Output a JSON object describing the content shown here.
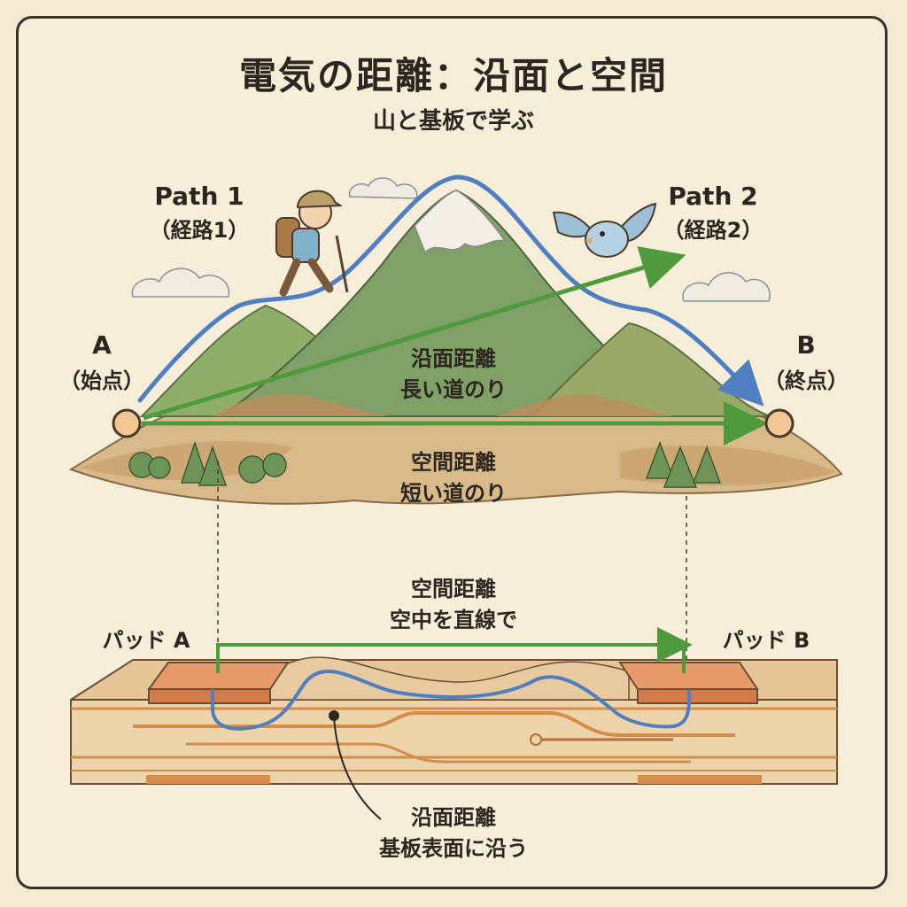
{
  "title": "電気の距離：沿面と空間",
  "subtitle": "山と基板で学ぶ",
  "mountain": {
    "path1": {
      "name": "Path 1",
      "sub": "（経路1）"
    },
    "path2": {
      "name": "Path 2",
      "sub": "（経路2）"
    },
    "point_a": {
      "name": "A",
      "sub": "（始点）"
    },
    "point_b": {
      "name": "B",
      "sub": "（終点）"
    },
    "creepage": {
      "line1": "沿面距離",
      "line2": "長い道のり"
    },
    "clearance": {
      "line1": "空間距離",
      "line2": "短い道のり"
    }
  },
  "pcb": {
    "pad_a": "パッド A",
    "pad_b": "パッド B",
    "clearance": {
      "line1": "空間距離",
      "line2": "空中を直線で"
    },
    "creepage": {
      "line1": "沿面距離",
      "line2": "基板表面に沿う"
    }
  },
  "colors": {
    "creepage_path": "#4f7fc0",
    "clearance_path": "#4f9a3c",
    "frame": "#3a3129",
    "background": "#f6eed9",
    "copper": "#d9824f"
  },
  "icons": {
    "hiker": "hiker-icon",
    "bird": "bird-icon",
    "cloud": "cloud-icon",
    "tree": "tree-icon"
  }
}
